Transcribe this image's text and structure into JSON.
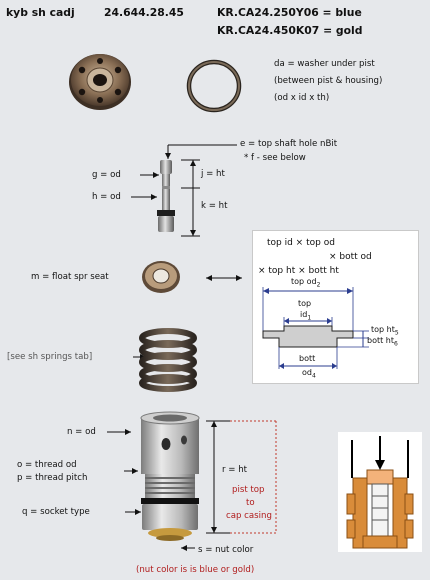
{
  "header": {
    "title": "kyb sh cadj",
    "part_number": "24.644.28.45",
    "variant_blue": "KR.CA24.250Y06 = blue",
    "variant_gold": "KR.CA24.450K07 = gold"
  },
  "washer_labels": {
    "line1": "da = washer under pist",
    "line2": "(between pist & housing)",
    "line3": "(od x id x th)"
  },
  "shaft_labels": {
    "top_hole": "e = top shaft hole nBit",
    "f_note": "* f - see below",
    "g": "g = od",
    "h": "h = od",
    "j": "j = ht",
    "k": "k = ht"
  },
  "seat_label": "m = float spr seat",
  "spring_label": "[see sh springs tab]",
  "panel": {
    "line1": "top id × top od",
    "line2": "× bott od",
    "line3": "× top ht × bott ht",
    "diagram": {
      "top_od": "top od",
      "top_od_sub": "2",
      "top_id": "top",
      "top_id_2": "id",
      "top_id_sub": "1",
      "top_ht": "top ht",
      "top_ht_sub": "5",
      "bott_ht": "bott ht",
      "bott_ht_sub": "6",
      "bott_od": "bott",
      "bott_od_2": "od",
      "bott_od_sub": "4"
    }
  },
  "housing_labels": {
    "n": "n = od",
    "o": "o = thread od",
    "p": "p = thread pitch",
    "q": "q = socket type",
    "r": "r = ht",
    "s": "s = nut color",
    "pist_top_1": "pist top",
    "pist_top_2": "to",
    "pist_top_3": "cap casing",
    "nut_note": "(nut color is is blue or gold)"
  },
  "colors": {
    "accent_red": "#b01c1c",
    "background": "#e6e8eb",
    "brass": "#d98c3a"
  }
}
